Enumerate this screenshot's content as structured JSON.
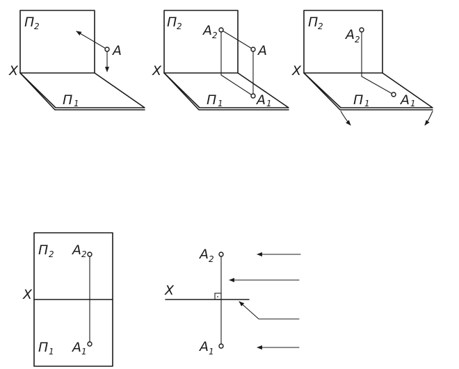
{
  "labels": {
    "plane_v": "Π",
    "plane_h": "Π",
    "sub_2": "2",
    "sub_1": "1",
    "point": "A",
    "axis": "X"
  },
  "colors": {
    "ink": "#1a1a1a",
    "paper": "#ffffff"
  }
}
